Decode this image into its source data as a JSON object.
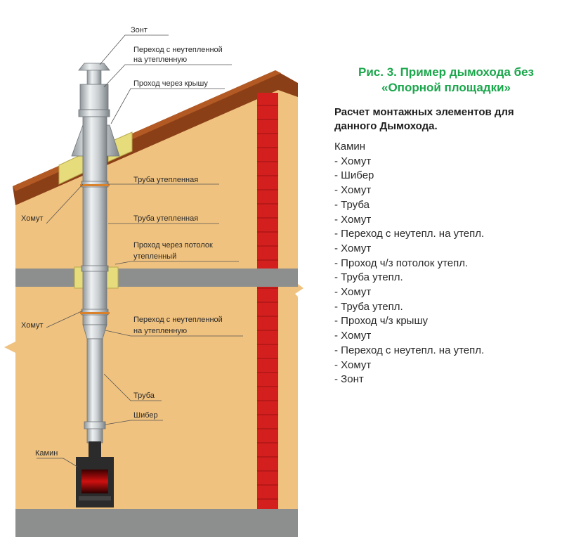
{
  "caption": {
    "title_line1": "Рис. 3. Пример дымохода без",
    "title_line2": "«Опорной площадки»",
    "subtitle_line1": "Расчет монтажных элементов для",
    "subtitle_line2": "данного Дымохода."
  },
  "parts_list": [
    "Камин",
    "- Хомут",
    "- Шибер",
    "- Хомут",
    "- Труба",
    "- Хомут",
    "- Переход с неутепл. на утепл.",
    "- Хомут",
    "- Проход ч/з потолок утепл.",
    "- Труба утепл.",
    "- Хомут",
    "- Труба утепл.",
    "- Проход ч/з крышу",
    "- Хомут",
    "- Переход с неутепл. на утепл.",
    "- Хомут",
    "- Зонт"
  ],
  "diagram_labels": {
    "umbrella": "Зонт",
    "transition_top_1": "Переход с неутепленной",
    "transition_top_2": "на утепленную",
    "roof_pass": "Проход через крышу",
    "insulated_pipe_1": "Труба утепленная",
    "insulated_pipe_2": "Труба утепленная",
    "ceiling_pass_1": "Проход через потолок",
    "ceiling_pass_2": "утепленный",
    "transition_bottom_1": "Переход с неутепленной",
    "transition_bottom_2": "на утепленную",
    "pipe": "Труба",
    "damper": "Шибер",
    "fireplace": "Камин",
    "clamp_top": "Хомут",
    "clamp_bottom": "Хомут"
  },
  "colors": {
    "title": "#1aa64b",
    "wall": "#f0c27f",
    "roof": "#8b3f17",
    "brick": "#d41f1f",
    "slab": "#8d8f8e",
    "insulation": "#e6dc7c"
  }
}
